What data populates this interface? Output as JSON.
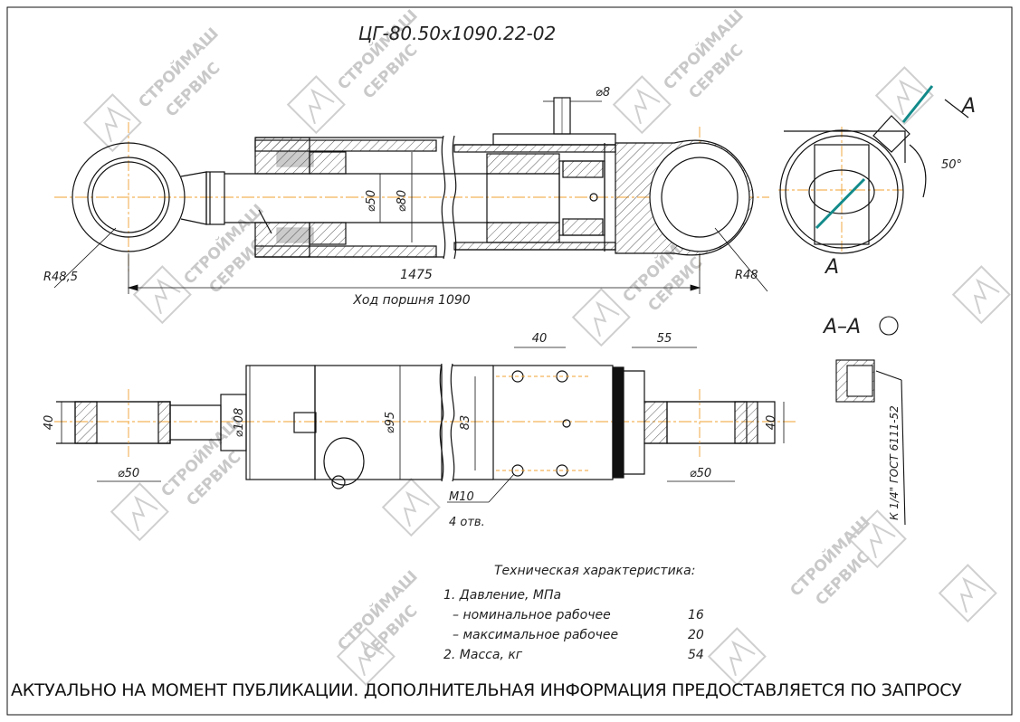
{
  "title": "ЦГ-80.50х1090.22-02",
  "watermark": [
    "СТРОЙМАШ",
    "СЕРВИС"
  ],
  "dimensions": {
    "rod_diameter": "⌀50",
    "bore_diameter": "⌀80",
    "port_diameter": "⌀8",
    "left_eye_radius": "R48,5",
    "right_eye_radius": "R48",
    "total_length": "1475",
    "stroke": "Ход поршня 1090",
    "flange_diameter": "⌀108",
    "tube_diameter": "⌀95",
    "mount_height": "83",
    "bolt_spacing": "40",
    "right_offset": "55",
    "eye_width_left": "40",
    "eye_width_right": "40",
    "pin_bore_left": "⌀50",
    "pin_bore_right": "⌀50",
    "thread": "M10",
    "holes": "4 отв.",
    "angle": "50°",
    "fitting": "К 1/4\" ГОСТ 6111-52"
  },
  "section_label": "A",
  "section_title": "А–А",
  "specs": {
    "heading": "Техническая характеристика:",
    "rows": [
      {
        "label": "1. Давление, МПа",
        "value": ""
      },
      {
        "label": "– номинальное рабочее",
        "value": "16"
      },
      {
        "label": "– максимальное рабочее",
        "value": "20"
      },
      {
        "label": "2. Масса, кг",
        "value": "54"
      }
    ]
  },
  "notice": "АКТУАЛЬНО НА МОМЕНТ ПУБЛИКАЦИИ. ДОПОЛНИТЕЛЬНАЯ ИНФОРМАЦИЯ ПРЕДОСТАВЛЯЕТСЯ ПО ЗАПРОСУ",
  "colors": {
    "line": "#111111",
    "centerline": "#f0a030",
    "cut": "#138a8a",
    "watermark": "#c9c9c9"
  }
}
